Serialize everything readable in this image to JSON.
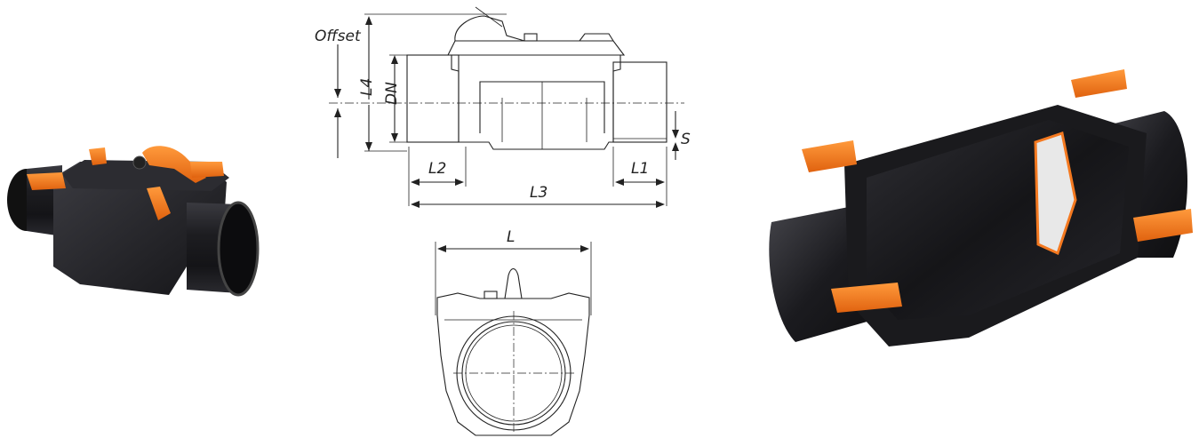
{
  "drawing": {
    "labels": {
      "offset": "Offset",
      "l4": "L4",
      "dn": "DN",
      "s": "S",
      "l2": "L2",
      "l1": "L1",
      "l3": "L3",
      "l": "L"
    }
  },
  "colors": {
    "body": "#1f1f22",
    "body_highlight": "#4a4a50",
    "accent": "#f47920",
    "accent_light": "#ff9a3c",
    "white_flap": "#e8e8e8"
  }
}
